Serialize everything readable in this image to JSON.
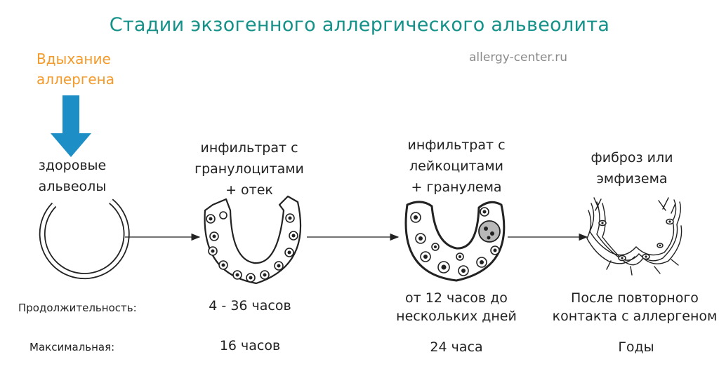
{
  "title": "Стадии экзогенного аллергического альвеолита",
  "source": "allergy-center.ru",
  "inhalation": {
    "line1": "Вдыхание",
    "line2": "аллергена"
  },
  "colors": {
    "title": "#14928a",
    "inhalation": "#f39a2a",
    "arrow": "#1e8fc6",
    "ink": "#222222"
  },
  "stages": [
    {
      "lines": [
        "здоровые",
        "альвеолы"
      ]
    },
    {
      "lines": [
        "инфильтрат с",
        "гранулоцитами",
        "+ отек"
      ]
    },
    {
      "lines": [
        "инфильтрат с",
        "лейкоцитами",
        "+ гранулема"
      ]
    },
    {
      "lines": [
        "фиброз или",
        "эмфизема"
      ]
    }
  ],
  "rows": {
    "duration": {
      "label": "Продолжительность:",
      "values": [
        "4 - 36 часов",
        [
          "от 12 часов до",
          "нескольких дней"
        ],
        [
          "После повторного",
          "контакта с аллергеном"
        ]
      ]
    },
    "maximum": {
      "label": "Максимальная:",
      "values": [
        "16 часов",
        "24 часа",
        "Годы"
      ]
    }
  }
}
